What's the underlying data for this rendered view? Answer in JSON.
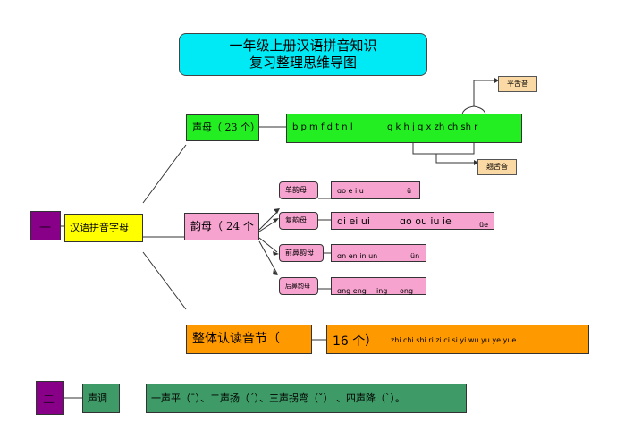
{
  "title": {
    "line1": "一年级上册汉语拼音知识",
    "line2": "复习整理思维导图"
  },
  "root": {
    "marker": "一",
    "label": "汉语拼音字母"
  },
  "shengmu": {
    "label": "声母（ 23 个）",
    "part1": "b p m f d t n l",
    "part2": "g k h j q x zh ch sh r",
    "flat_tongue": "平舌音",
    "curled_tongue": "翘舌音"
  },
  "yunmu": {
    "label": "韵母（  24  个",
    "simple": {
      "label": "单韵母",
      "content": "ɑo e i u",
      "extra": "ü"
    },
    "compound": {
      "label": "复韵母",
      "content": "ɑi ei ui",
      "content2": "ɑo ou iu ie",
      "extra": "üe"
    },
    "front_nasal": {
      "label": "前鼻韵母",
      "content": "ɑn en in un",
      "extra": "ün"
    },
    "back_nasal": {
      "label": "后鼻韵母",
      "content": "ɑng eng",
      "content2": "ing",
      "content3": "ong"
    }
  },
  "zhengti": {
    "label": "整体认读音节（",
    "count": "16 个）",
    "content": "zhi chi shi ri zi ci si yi wu yu ye yue"
  },
  "tones": {
    "marker": "二",
    "label": "声调",
    "content": "一声平（ˉ）、二声扬（ˊ）、三声拐弯（ˇ）  、四声降（ˋ）。"
  }
}
